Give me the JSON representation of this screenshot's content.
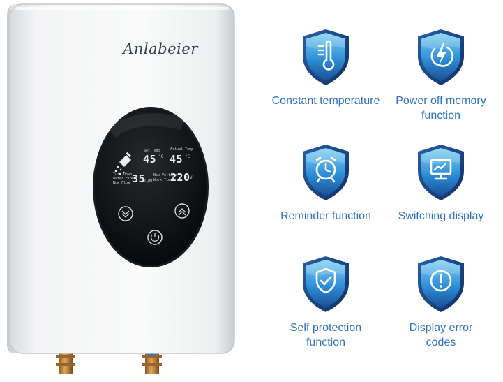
{
  "product": {
    "brand": "Anlabeier",
    "display": {
      "set_temp_label": "Set Temp",
      "actual_temp_label": "Actual Temp",
      "set_temp_value": "45",
      "actual_temp_value": "45",
      "temp_unit": "°C",
      "flow_label_1": "Turn Down",
      "flow_label_2": "Water Flow",
      "flow_label_3": "Now Flow",
      "flow_value": "35",
      "flow_unit": "L/M",
      "voltage_label": "Now Voltage",
      "voltage_label_2": "Work Time",
      "voltage_value": "220",
      "voltage_unit": "V"
    },
    "controls": {
      "down_icon": "chevron-down-icon",
      "up_icon": "chevron-up-icon",
      "power_icon": "power-icon"
    }
  },
  "features": [
    {
      "icon": "thermometer-icon",
      "label": "Constant temperature"
    },
    {
      "icon": "lightning-icon",
      "label": "Power off memory function"
    },
    {
      "icon": "alarm-clock-icon",
      "label": "Reminder function"
    },
    {
      "icon": "monitor-icon",
      "label": "Switching display"
    },
    {
      "icon": "shield-check-icon",
      "label": "Self protection function"
    },
    {
      "icon": "exclamation-icon",
      "label": "Display error codes"
    }
  ],
  "colors": {
    "accent": "#2b74c0",
    "shield_dark": "#1d4f8f",
    "shield_light": "#6cc2ee",
    "body_white": "#f4f5f6",
    "panel_black": "#0e0f11",
    "copper": "#c4873e"
  }
}
